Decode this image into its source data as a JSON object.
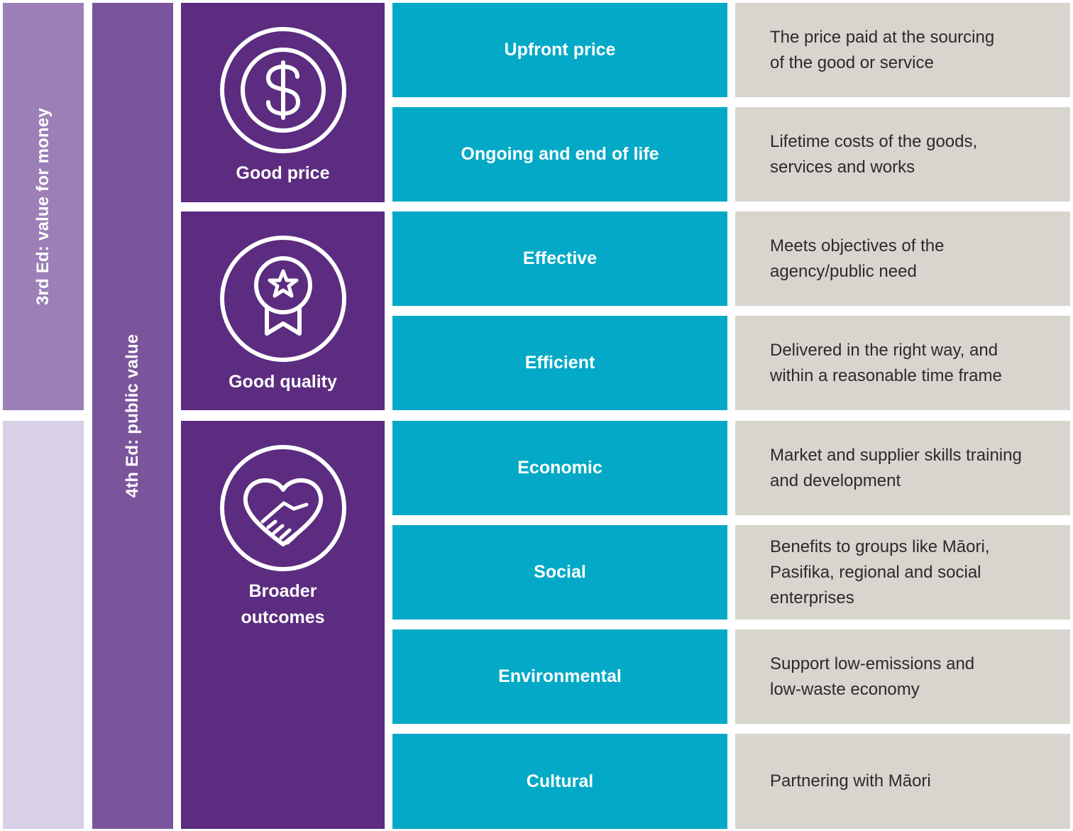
{
  "bands": {
    "third_ed": "3rd Ed: value for money",
    "fourth_ed": "4th Ed: public value"
  },
  "categories": [
    {
      "label": "Good price",
      "icon": "dollar-coin-icon"
    },
    {
      "label": "Good quality",
      "icon": "award-ribbon-icon"
    },
    {
      "label_line1": "Broader",
      "label_line2": "outcomes",
      "icon": "heart-handshake-icon"
    }
  ],
  "rows": [
    {
      "name": "Upfront price",
      "desc": [
        "The price paid at the sourcing",
        "of the good or service"
      ]
    },
    {
      "name": "Ongoing and end of life",
      "desc": [
        "Lifetime costs of the goods,",
        "services and works"
      ]
    },
    {
      "name": "Effective",
      "desc": [
        "Meets objectives of the",
        "agency/public need"
      ]
    },
    {
      "name": "Efficient",
      "desc": [
        "Delivered in the right way, and",
        "within a reasonable time frame"
      ]
    },
    {
      "name": "Economic",
      "desc": [
        "Market and supplier skills training",
        "and development"
      ]
    },
    {
      "name": "Social",
      "desc": [
        "Benefits to groups like Māori,",
        "Pasifika, regional and social",
        "enterprises"
      ]
    },
    {
      "name": "Environmental",
      "desc": [
        "Support low-emissions and",
        "low-waste economy"
      ]
    },
    {
      "name": "Cultural",
      "desc": [
        "Partnering with Māori"
      ]
    }
  ],
  "colors": {
    "band_3rd": "#9b7fb6",
    "band_3rd_lower": "#d8d0e6",
    "band_4th": "#7b559c",
    "category": "#5b2c7f",
    "teal": "#03a9c6",
    "description_bg": "#d8d4ce"
  }
}
